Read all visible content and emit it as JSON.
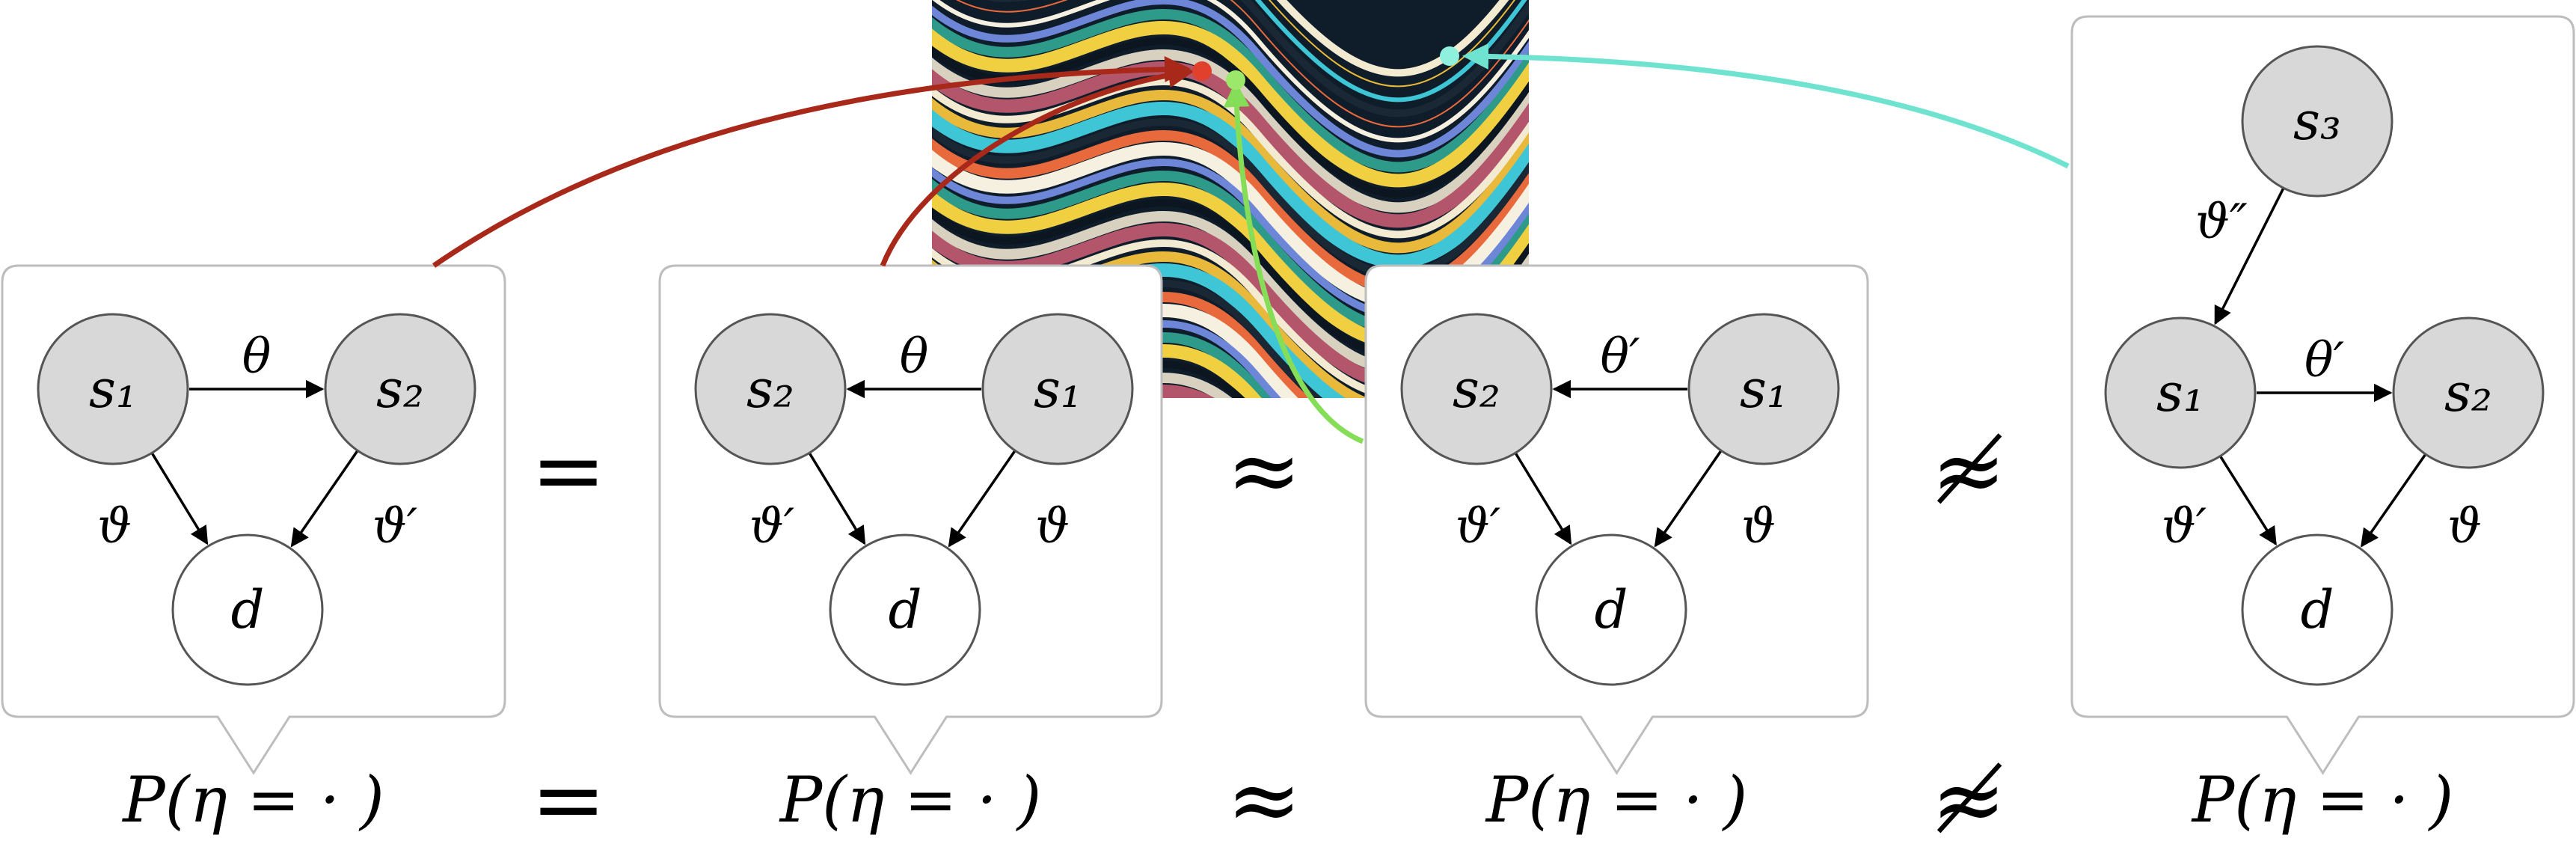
{
  "colors": {
    "panel_border": "#bdbdbd",
    "node_fill_gray": "#d8d8d8",
    "node_stroke": "#555555",
    "arrow_red": "#a8281a",
    "arrow_green": "#86dd58",
    "arrow_cyan": "#6fe3cf",
    "dot_red": "#e0402c",
    "dot_green": "#9be86a",
    "dot_cyan": "#8ff0de"
  },
  "panels": [
    {
      "nodes": {
        "top_left": "s₁",
        "top_right": "s₂",
        "bottom": "d"
      },
      "edges": {
        "top": "θ",
        "left": "ϑ",
        "right": "ϑ′"
      },
      "top_arrow_direction": "right",
      "formula": "P(η = · )"
    },
    {
      "nodes": {
        "top_left": "s₂",
        "top_right": "s₁",
        "bottom": "d"
      },
      "edges": {
        "top": "θ",
        "left": "ϑ′",
        "right": "ϑ"
      },
      "top_arrow_direction": "left",
      "formula": "P(η = · )"
    },
    {
      "nodes": {
        "top_left": "s₂",
        "top_right": "s₁",
        "bottom": "d"
      },
      "edges": {
        "top": "θ′",
        "left": "ϑ′",
        "right": "ϑ"
      },
      "top_arrow_direction": "left",
      "formula": "P(η = · )"
    },
    {
      "nodes": {
        "extra": "s₃",
        "top_left": "s₁",
        "top_right": "s₂",
        "bottom": "d"
      },
      "edges": {
        "extra": "ϑ″",
        "top": "θ′",
        "left": "ϑ′",
        "right": "ϑ"
      },
      "top_arrow_direction": "right",
      "formula": "P(η = · )"
    }
  ],
  "relations_top": [
    "=",
    "≈",
    "≉"
  ],
  "relations_bottom": [
    "=",
    "≈",
    "≉"
  ]
}
